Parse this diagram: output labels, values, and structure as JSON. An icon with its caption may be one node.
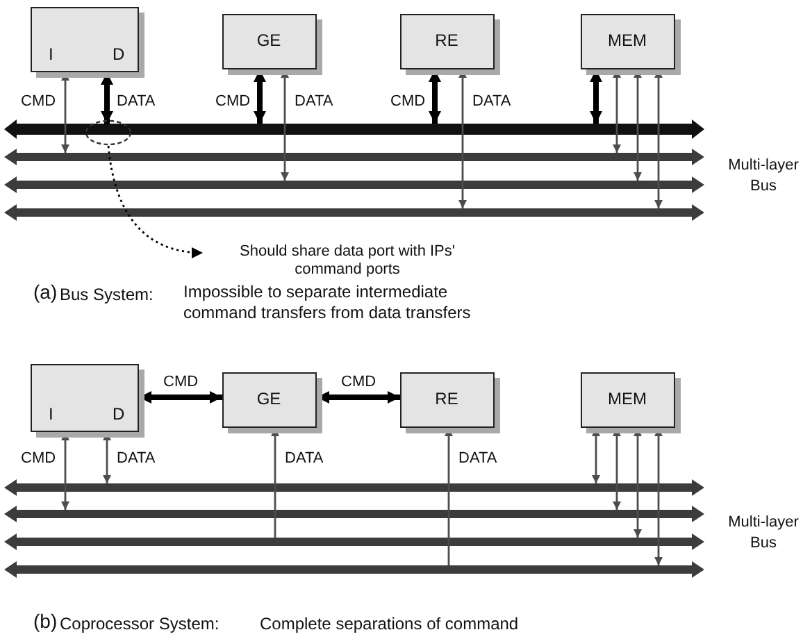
{
  "diagram": {
    "nodes": [
      {
        "text": [
          "I",
          "D"
        ]
      },
      {
        "text": [
          "GE"
        ]
      },
      {
        "text": [
          "RE"
        ]
      },
      {
        "text": [
          "MEM"
        ]
      },
      {
        "text": [],
        "shape": "bar"
      },
      {
        "text": [],
        "shape": "bar"
      },
      {
        "text": [],
        "shape": "bar"
      },
      {
        "text": [],
        "shape": "bar"
      },
      {
        "text": [],
        "shape": "ellipse"
      },
      {
        "text": [
          "Should share data port with IPs' command ports"
        ]
      },
      {
        "text": [
          "I",
          "D"
        ]
      },
      {
        "text": [
          "GE"
        ]
      },
      {
        "text": [
          "RE"
        ]
      },
      {
        "text": [
          "MEM"
        ]
      },
      {
        "text": [],
        "shape": "bar"
      },
      {
        "text": [],
        "shape": "bar"
      },
      {
        "text": [],
        "shape": "bar"
      },
      {
        "text": [],
        "shape": "bar"
      }
    ],
    "edges": [
      {
        "from": 0,
        "to": 5,
        "arrow": "both",
        "label": "CMD"
      },
      {
        "from": 0,
        "to": 4,
        "arrow": "both",
        "label": "DATA",
        "style": "thick",
        "color": "#000000"
      },
      {
        "from": 1,
        "to": 4,
        "arrow": "both",
        "label": "CMD",
        "style": "thick",
        "color": "#000000"
      },
      {
        "from": 1,
        "to": 6,
        "arrow": "both",
        "label": "DATA"
      },
      {
        "from": 2,
        "to": 4,
        "arrow": "both",
        "label": "CMD",
        "style": "thick",
        "color": "#000000"
      },
      {
        "from": 2,
        "to": 7,
        "arrow": "both",
        "label": "DATA"
      },
      {
        "from": 3,
        "to": 4,
        "arrow": "both",
        "style": "thick",
        "color": "#000000"
      },
      {
        "from": 3,
        "to": 5,
        "arrow": "both"
      },
      {
        "from": 3,
        "to": 6,
        "arrow": "both"
      },
      {
        "from": 3,
        "to": 7,
        "arrow": "both"
      },
      {
        "from": 8,
        "to": 9,
        "arrow": "to",
        "style": "dashed",
        "color": "#000000"
      },
      {
        "from": 10,
        "to": 11,
        "arrow": "both",
        "label": "CMD",
        "style": "thick",
        "color": "#000000"
      },
      {
        "from": 11,
        "to": 12,
        "arrow": "both",
        "label": "CMD",
        "style": "thick",
        "color": "#000000"
      },
      {
        "from": 10,
        "to": 15,
        "arrow": "both",
        "label": "CMD"
      },
      {
        "from": 10,
        "to": 14,
        "arrow": "both",
        "label": "DATA"
      },
      {
        "from": 16,
        "to": 11,
        "arrow": "to",
        "label": "DATA"
      },
      {
        "from": 17,
        "to": 12,
        "arrow": "to",
        "label": "DATA"
      },
      {
        "from": 13,
        "to": 14,
        "arrow": "both"
      },
      {
        "from": 13,
        "to": 15,
        "arrow": "both"
      },
      {
        "from": 13,
        "to": 16,
        "arrow": "both"
      },
      {
        "from": 13,
        "to": 17,
        "arrow": "both"
      }
    ],
    "labels": [
      "Multi-layer Bus",
      "(a)",
      "Bus System:",
      "Impossible to separate intermediate command transfers from data transfers",
      "Multi-layer Bus",
      "(b)",
      "Coprocessor System:",
      "Complete separations of command"
    ]
  }
}
